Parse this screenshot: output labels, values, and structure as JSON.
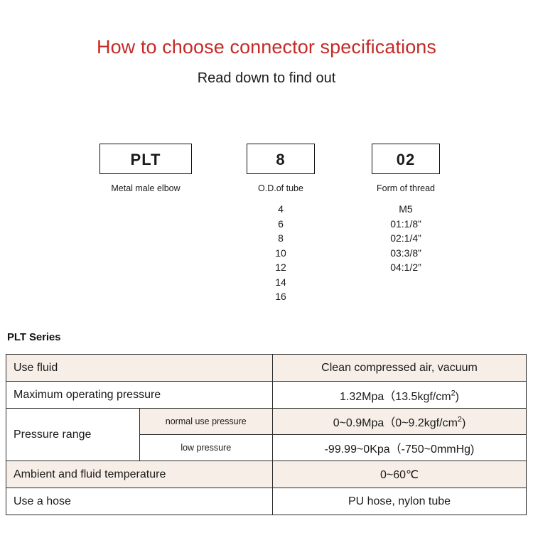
{
  "header": {
    "title": "How to choose connector specifications",
    "subtitle": "Read down to find out",
    "title_color": "#c42b27"
  },
  "code_breakdown": [
    {
      "code": "PLT",
      "caption": "Metal male elbow",
      "options": []
    },
    {
      "code": "8",
      "caption": "O.D.of tube",
      "options": [
        "4",
        "6",
        "8",
        "10",
        "12",
        "14",
        "16"
      ]
    },
    {
      "code": "02",
      "caption": "Form of thread",
      "options": [
        "M5",
        "01:1/8”",
        "02:1/4”",
        "03:3/8”",
        "04:1/2”"
      ]
    }
  ],
  "series": {
    "label": "PLT Series"
  },
  "spec_table": {
    "shade_color": "#f7efe7",
    "rows": [
      {
        "label": "Use fluid",
        "sub": null,
        "value": "Clean compressed air, vacuum",
        "shaded": true
      },
      {
        "label": "Maximum operating pressure",
        "sub": null,
        "value": "1.32Mpa（13.5kgf/cm",
        "value_sup": "2",
        "value_tail": ")",
        "shaded": false
      },
      {
        "label": "Pressure range",
        "sub": "normal use pressure",
        "value": "0~0.9Mpa（0~9.2kgf/cm",
        "value_sup": "2",
        "value_tail": ")",
        "shaded": true
      },
      {
        "label": "",
        "sub": "low pressure",
        "value": "-99.99~0Kpa（-750~0mmHg)",
        "shaded": false
      },
      {
        "label": "Ambient and fluid temperature",
        "sub": null,
        "value": "0~60℃",
        "shaded": true
      },
      {
        "label": "Use a hose",
        "sub": null,
        "value": "PU hose, nylon tube",
        "shaded": false
      }
    ]
  }
}
